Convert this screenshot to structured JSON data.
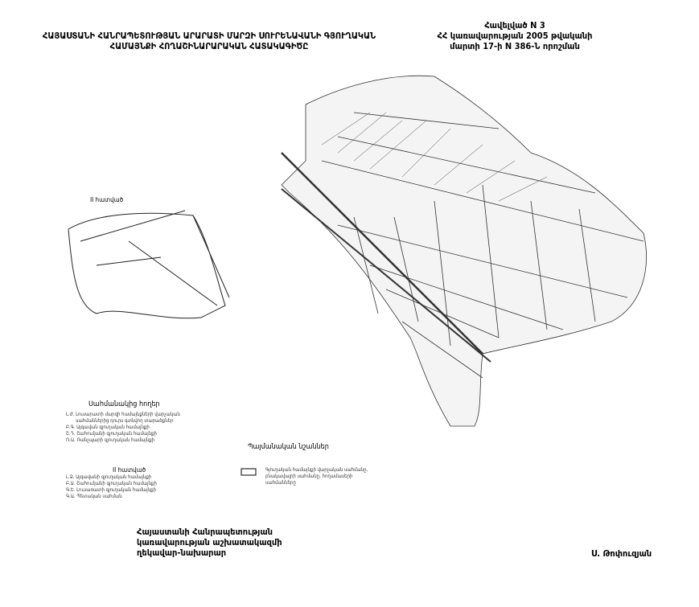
{
  "header": {
    "title_lines": [
      "ՀԱՅԱՍՏԱՆԻ ՀԱՆՐԱՊԵՏՈՒԹՅԱՆ ԱՐԱՐԱՏԻ ՄԱՐԶԻ ՍՈՒՐԵՆԱՎԱՆԻ ԳՅՈՒՂԱԿԱՆ",
      "ՀԱՄԱՅՆՔԻ ՀՈՂԱՇԻՆԱՐԱՐԱԿԱՆ ՀԱՏԱԿԱԳԻԾԸ"
    ],
    "annex_lines": [
      "Հավելված N 3",
      "ՀՀ կառավարության 2005 թվականի",
      "մարտի 17-ի N 386-Ն որոշման"
    ]
  },
  "inset": {
    "label": "II հատված"
  },
  "legend": {
    "neighbors_title": "Սահմանակից հողեր",
    "neighbors_items": [
      {
        "code": "Լ.Ժ.",
        "text": "Լուսարատի մարզի համայնքների վարչական սահմաններից դուրս գտնվող տարածքներ"
      },
      {
        "code": "Բ.Գ.",
        "text": "Այգավան գյուղական համայնքի"
      },
      {
        "code": "Շ.Դ.",
        "text": "Շահումյանի գյուղական համայնքի"
      },
      {
        "code": "Ռ.Ա.",
        "text": "Ռանչպարի գյուղական համայնքի"
      }
    ],
    "section2_title": "II հատված",
    "section2_items": [
      {
        "code": "Լ.Ձ.",
        "text": "Այգավանի գյուղական համայնքի"
      },
      {
        "code": "Բ.Ա.",
        "text": "Շահումյանի գյուղական համայնքի"
      },
      {
        "code": "Գ.Ե.",
        "text": "Լուսառատի գյուղական համայնքի"
      },
      {
        "code": "Գ.Ա.",
        "text": "Պետական սահման"
      }
    ],
    "symbols_title": "Պայմանական նշաններ",
    "symbols_item": "Գյուղական համայնքի վարչական սահմանը, բնակավայրի սահմանը, հողամասերի սահմանները"
  },
  "footer": {
    "official_lines": [
      "Հայաստանի Հանրապետության",
      "կառավարության աշխատակազմի",
      "ղեկավար-նախարար"
    ],
    "signature": "Ս. Թոփուզյան"
  }
}
